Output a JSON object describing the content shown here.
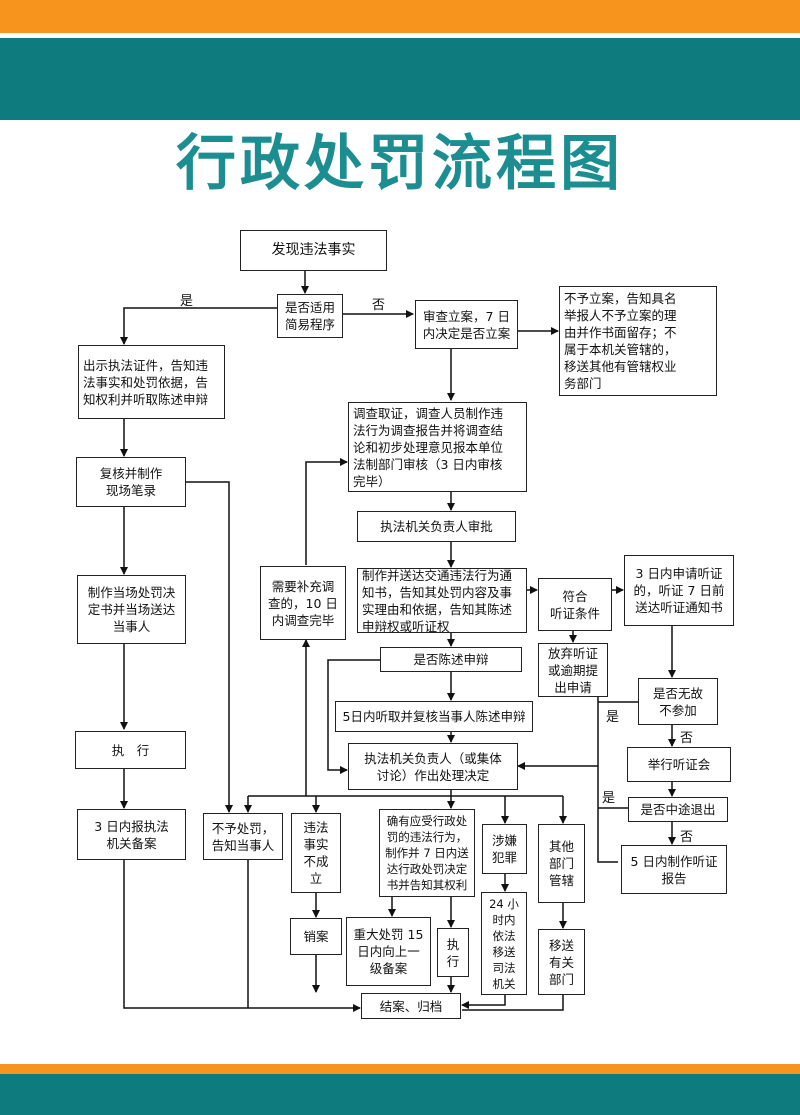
{
  "title": "行政处罚流程图",
  "colors": {
    "orange": "#f7941d",
    "teal": "#0e7c7f",
    "title": "#1c8e91"
  },
  "nodes": {
    "discover": "发现违法事实",
    "simple": "是否适用\n简易程序",
    "register": "审查立案，7 日\n内决定是否立案",
    "no_register": "不予立案，告知具名\n举报人不予立案的理\n由并作书面留存；不\n属于本机关管辖的，\n移送其他有管辖权业\n务部门",
    "show_cert": "出示执法证件，告知违\n法事实和处罚依据，告\n知权利并听取陈述申辩",
    "review_record": "复核并制作\n现场笔录",
    "onsite_decision": "制作当场处罚决\n定书并当场送达\n当事人",
    "execute_left": "执　行",
    "report3": "3 日内报执法\n机关备案",
    "investigate": "调查取证，调查人员制作违\n法行为调查报告并将调查结\n论和初步处理意见报本单位\n法制部门审核（3 日内审核\n完毕）",
    "head_approve": "执法机关负责人审批",
    "supplement": "需要补充调\n查的，10 日\n内调查完毕",
    "notice": "制作并送达交通违法行为通\n知书，告知其处罚内容及事\n实理由和依据，告知其陈述\n申辩权或听证权",
    "hearing_cond": "符合\n听证条件",
    "apply_hearing": "3 日内申请听证\n的，听证 7 日前\n送达听证通知书",
    "waive": "放弃听证\n或逾期提\n出申请",
    "defend": "是否陈述申辩",
    "absent": "是否无故\n不参加",
    "listen5": "5日内听取并复核当事人陈述申辩",
    "hold_hearing": "举行听证会",
    "decide": "执法机关负责人（或集体\n讨论）作出处理决定",
    "withdraw": "是否中途退出",
    "no_penalty": "不予处罚，\n告知当事人",
    "not_established": "违法\n事实\n不成\n立",
    "penalize": "确有应受行政处\n罚的违法行为，\n制作并 7 日内送\n达行政处罚决定\n书并告知其权利",
    "crime": "涉嫌\n犯罪",
    "other_dept": "其他\n部门\n管辖",
    "report5": "5 日内制作听证\n报告",
    "cancel": "销案",
    "major15": "重大处罚 15\n日内向上一\n级备案",
    "execute_mid": "执\n行",
    "transfer24": "24 小\n时内\n依法\n移送\n司法\n机关",
    "transfer_dept": "移送\n有关\n部门",
    "close": "结案、归档"
  },
  "labels": {
    "yes1": "是",
    "no1": "否",
    "yes2": "是",
    "no2": "否",
    "yes3": "是",
    "no3": "否"
  }
}
